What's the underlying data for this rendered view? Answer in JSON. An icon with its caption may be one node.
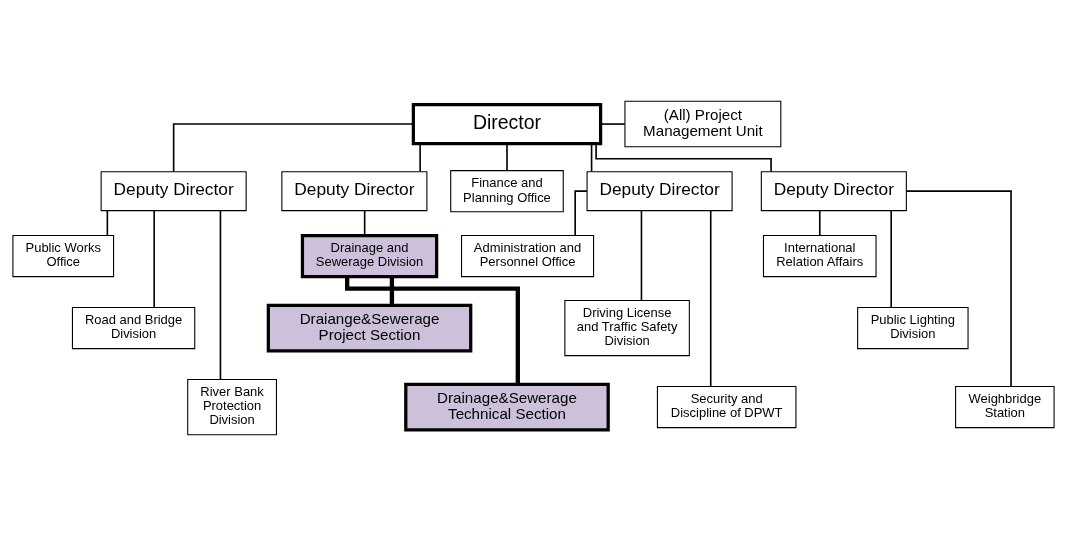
{
  "diagram": {
    "nodes": [
      {
        "text": [
          "Director"
        ]
      },
      {
        "text": [
          "(All) Project Management Unit"
        ]
      },
      {
        "text": [
          "Deputy Director"
        ]
      },
      {
        "text": [
          "Deputy Director"
        ]
      },
      {
        "text": [
          "Finance and Planning Office"
        ]
      },
      {
        "text": [
          "Deputy Director"
        ]
      },
      {
        "text": [
          "Deputy Director"
        ]
      },
      {
        "text": [
          "Public Works Office"
        ]
      },
      {
        "text": [
          "Road and Bridge Division"
        ]
      },
      {
        "text": [
          "River Bank Protection Division"
        ]
      },
      {
        "text": [
          "Drainage and Sewerage Division"
        ]
      },
      {
        "text": [
          "Draiange&Sewerage Project Section"
        ]
      },
      {
        "text": [
          "Drainage&Sewerage Technical Section"
        ]
      },
      {
        "text": [
          "Administration and Personnel Office"
        ]
      },
      {
        "text": [
          "Driving License and Traffic Safety Division"
        ]
      },
      {
        "text": [
          "Security and Discipline of DPWT"
        ]
      },
      {
        "text": [
          "International Relation Affairs"
        ]
      },
      {
        "text": [
          "Public Lighting Division"
        ]
      },
      {
        "text": [
          "Weighbridge Station"
        ]
      }
    ],
    "edges": [
      {
        "from": 0,
        "to": 1,
        "arrow": "none"
      },
      {
        "from": 0,
        "to": 2,
        "arrow": "none"
      },
      {
        "from": 0,
        "to": 3,
        "arrow": "none"
      },
      {
        "from": 0,
        "to": 4,
        "arrow": "none"
      },
      {
        "from": 0,
        "to": 5,
        "arrow": "none"
      },
      {
        "from": 0,
        "to": 6,
        "arrow": "none"
      },
      {
        "from": 2,
        "to": 7,
        "arrow": "none"
      },
      {
        "from": 2,
        "to": 8,
        "arrow": "none"
      },
      {
        "from": 2,
        "to": 9,
        "arrow": "none"
      },
      {
        "from": 3,
        "to": 10,
        "arrow": "none"
      },
      {
        "from": 10,
        "to": 11,
        "arrow": "none",
        "style": "thick"
      },
      {
        "from": 10,
        "to": 12,
        "arrow": "none",
        "style": "thick"
      },
      {
        "from": 5,
        "to": 13,
        "arrow": "none"
      },
      {
        "from": 5,
        "to": 14,
        "arrow": "none"
      },
      {
        "from": 5,
        "to": 15,
        "arrow": "none"
      },
      {
        "from": 6,
        "to": 16,
        "arrow": "none"
      },
      {
        "from": 6,
        "to": 17,
        "arrow": "none"
      },
      {
        "from": 6,
        "to": 18,
        "arrow": "none"
      }
    ]
  }
}
